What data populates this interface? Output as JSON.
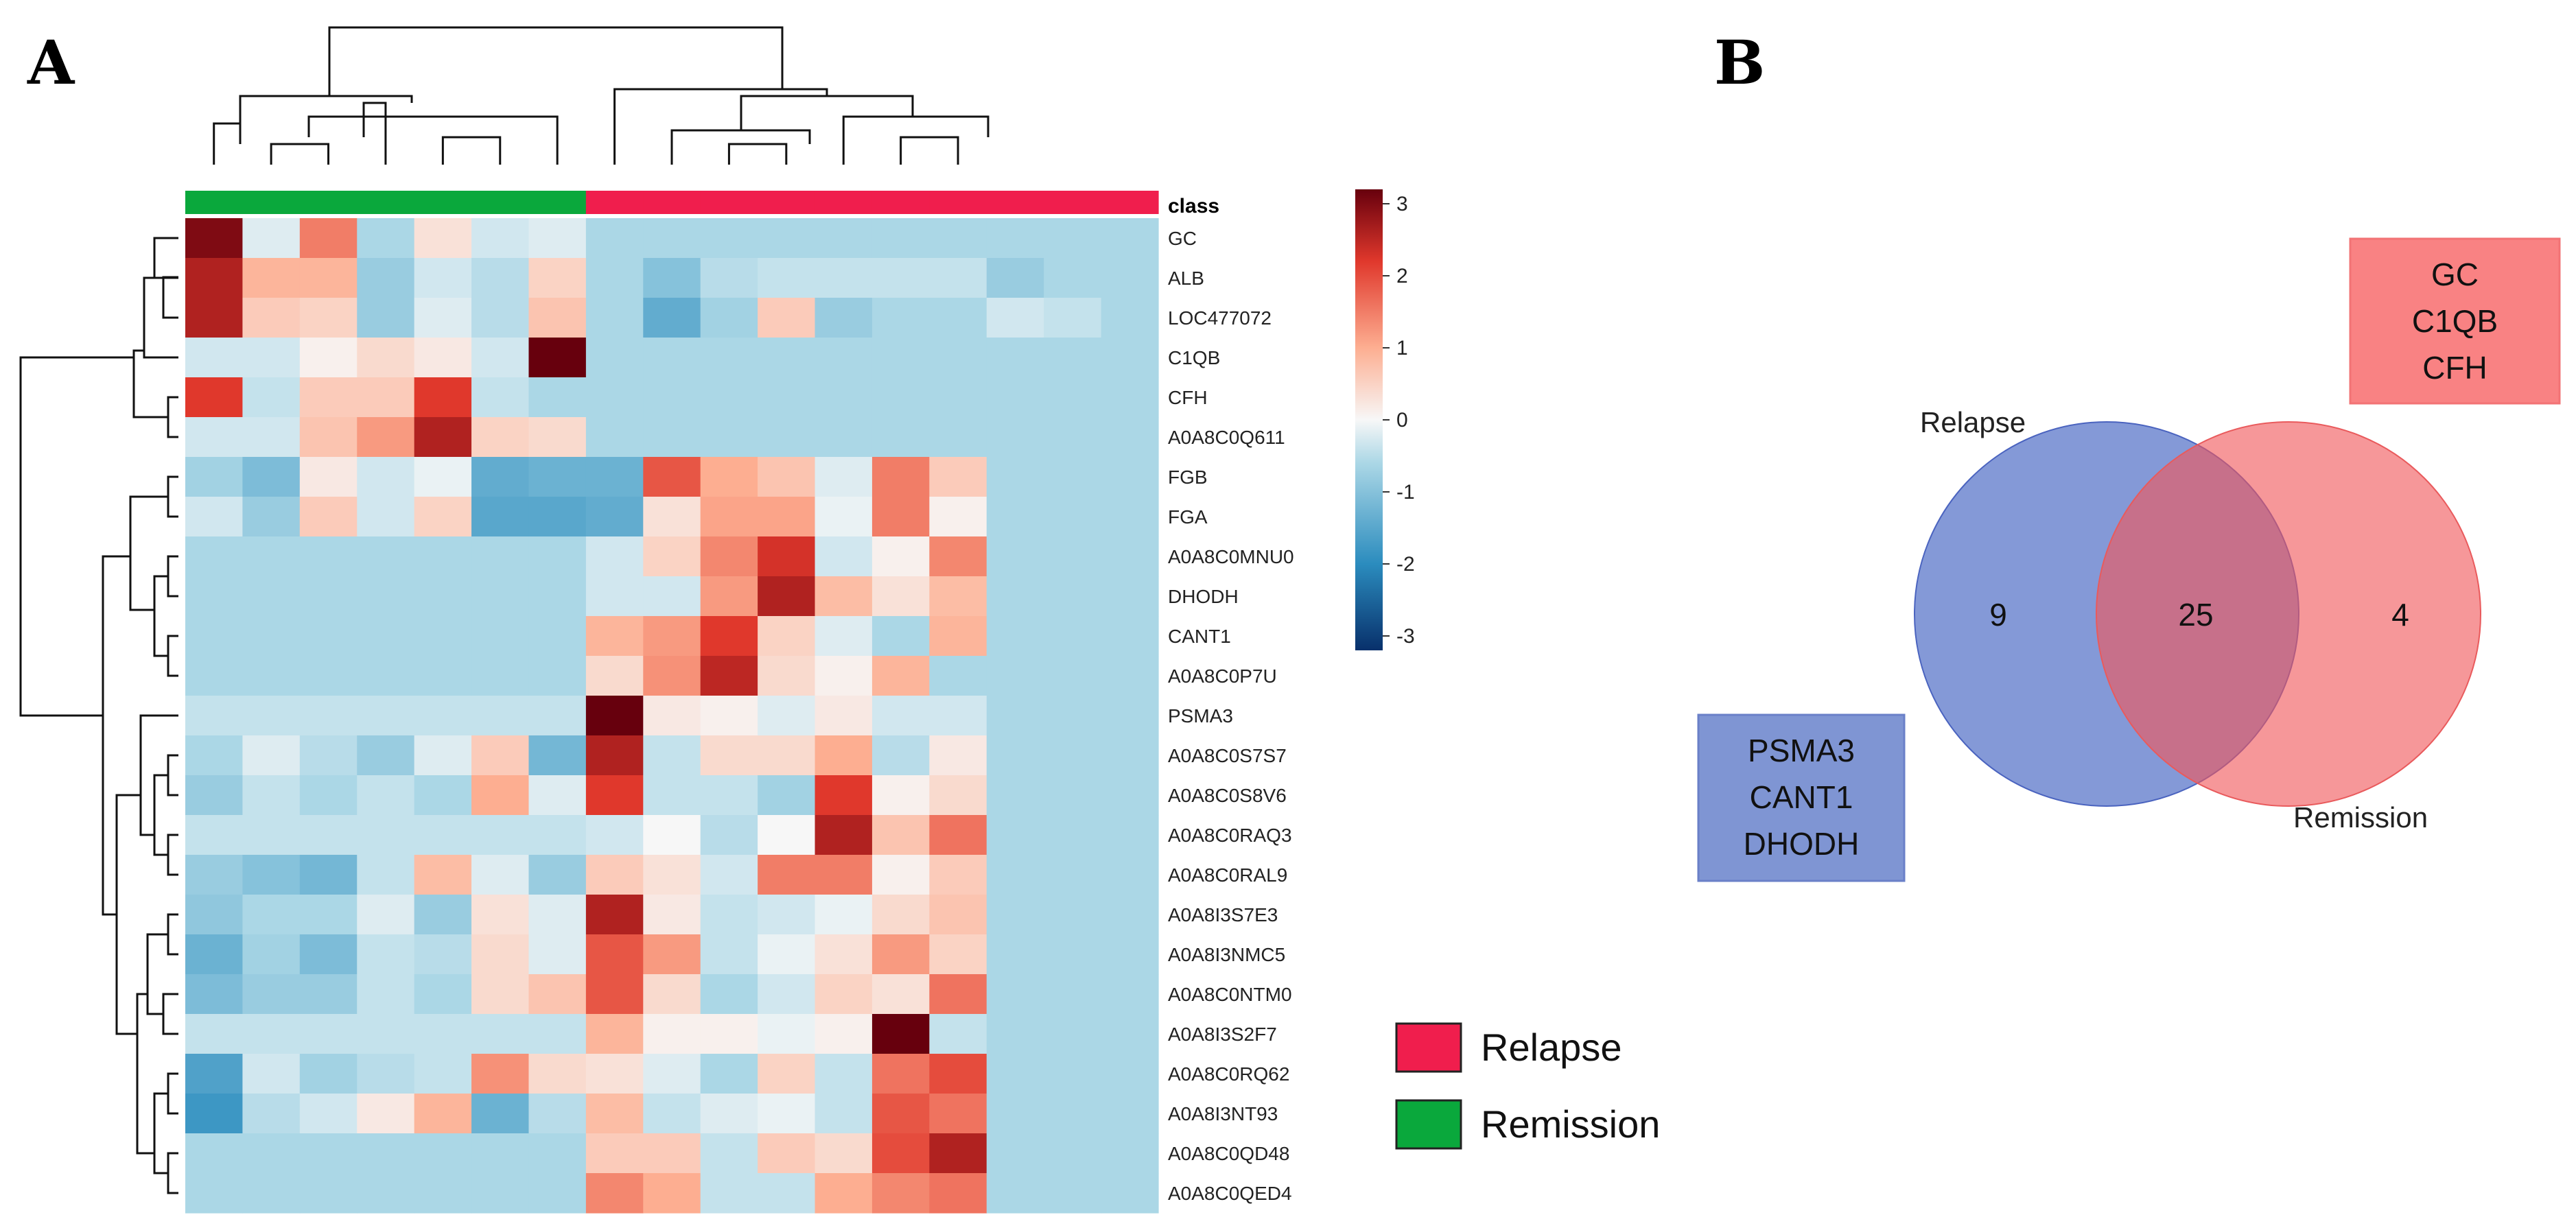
{
  "panel_labels": {
    "a": "A",
    "b": "B"
  },
  "chart_data": [
    {
      "type": "heatmap",
      "title": "",
      "annotation_label": "class",
      "columns": [
        "Remission",
        "Remission",
        "Remission",
        "Remission",
        "Remission",
        "Remission",
        "Remission",
        "Relapse",
        "Relapse",
        "Relapse",
        "Relapse",
        "Relapse",
        "Relapse",
        "Relapse",
        "Relapse",
        "Relapse",
        "Relapse"
      ],
      "class_colors": {
        "Remission": "#0aa83c",
        "Relapse": "#f01e4d"
      },
      "legend": [
        {
          "label": "Relapse",
          "color": "#f01e4d"
        },
        {
          "label": "Remission",
          "color": "#0aa83c"
        }
      ],
      "rows": [
        "GC",
        "ALB",
        "LOC477072",
        "C1QB",
        "CFH",
        "A0A8C0Q611",
        "FGB",
        "FGA",
        "A0A8C0MNU0",
        "DHODH",
        "CANT1",
        "A0A8C0P7U",
        "PSMA3",
        "A0A8C0S7S7",
        "A0A8C0S8V6",
        "A0A8C0RAQ3",
        "A0A8C0RAL9",
        "A0A8I3S7E3",
        "A0A8I3NMC5",
        "A0A8C0NTM0",
        "A0A8I3S2F7",
        "A0A8C0RQ62",
        "A0A8I3NT93",
        "A0A8C0QD48",
        "A0A8C0QED4"
      ],
      "values": [
        [
          3.0,
          -0.2,
          1.5,
          -0.6,
          0.3,
          -0.3,
          -0.2,
          -0.6,
          -0.6,
          -0.6,
          -0.6,
          -0.6,
          -0.6,
          -0.6,
          -0.6,
          -0.6,
          -0.6
        ],
        [
          2.6,
          0.9,
          0.9,
          -0.8,
          -0.3,
          -0.5,
          0.5,
          -0.6,
          -1.0,
          -0.5,
          -0.4,
          -0.4,
          -0.4,
          -0.4,
          -0.8,
          -0.6,
          -0.6
        ],
        [
          2.6,
          0.6,
          0.5,
          -0.8,
          -0.2,
          -0.5,
          0.7,
          -0.6,
          -1.4,
          -0.7,
          0.6,
          -0.8,
          -0.6,
          -0.6,
          -0.3,
          -0.4,
          -0.6
        ],
        [
          -0.3,
          -0.3,
          0.1,
          0.4,
          0.2,
          -0.3,
          3.3,
          -0.6,
          -0.6,
          -0.6,
          -0.6,
          -0.6,
          -0.6,
          -0.6,
          -0.6,
          -0.6,
          -0.6
        ],
        [
          2.2,
          -0.4,
          0.6,
          0.6,
          2.2,
          -0.4,
          -0.6,
          -0.6,
          -0.6,
          -0.6,
          -0.6,
          -0.6,
          -0.6,
          -0.6,
          -0.6,
          -0.6,
          -0.6
        ],
        [
          -0.3,
          -0.3,
          0.7,
          1.2,
          2.6,
          0.5,
          0.4,
          -0.6,
          -0.6,
          -0.6,
          -0.6,
          -0.6,
          -0.6,
          -0.6,
          -0.6,
          -0.6,
          -0.6
        ],
        [
          -0.7,
          -1.1,
          0.2,
          -0.3,
          -0.1,
          -1.4,
          -1.3,
          -1.3,
          1.9,
          1.0,
          0.7,
          -0.2,
          1.5,
          0.6,
          -0.6,
          -0.6,
          -0.6
        ],
        [
          -0.3,
          -0.8,
          0.6,
          -0.3,
          0.5,
          -1.5,
          -1.5,
          -1.4,
          0.3,
          1.1,
          1.1,
          -0.1,
          1.5,
          0.1,
          -0.6,
          -0.6,
          -0.6
        ],
        [
          -0.6,
          -0.6,
          -0.6,
          -0.6,
          -0.6,
          -0.6,
          -0.6,
          -0.3,
          0.5,
          1.4,
          2.3,
          -0.3,
          0.1,
          1.4,
          -0.6,
          -0.6,
          -0.6
        ],
        [
          -0.6,
          -0.6,
          -0.6,
          -0.6,
          -0.6,
          -0.6,
          -0.6,
          -0.3,
          -0.3,
          1.2,
          2.6,
          0.8,
          0.3,
          0.8,
          -0.6,
          -0.6,
          -0.6
        ],
        [
          -0.6,
          -0.6,
          -0.6,
          -0.6,
          -0.6,
          -0.6,
          -0.6,
          0.9,
          1.2,
          2.2,
          0.5,
          -0.2,
          -0.6,
          0.9,
          -0.6,
          -0.6,
          -0.6
        ],
        [
          -0.6,
          -0.6,
          -0.6,
          -0.6,
          -0.6,
          -0.6,
          -0.6,
          0.4,
          1.3,
          2.5,
          0.4,
          0.1,
          0.9,
          -0.6,
          -0.6,
          -0.6,
          -0.6
        ],
        [
          -0.4,
          -0.4,
          -0.4,
          -0.4,
          -0.4,
          -0.4,
          -0.4,
          3.3,
          0.2,
          0.1,
          -0.2,
          0.2,
          -0.3,
          -0.3,
          -0.6,
          -0.6,
          -0.6
        ],
        [
          -0.6,
          -0.2,
          -0.5,
          -0.8,
          -0.2,
          0.6,
          -1.2,
          2.6,
          -0.4,
          0.4,
          0.4,
          1.0,
          -0.5,
          0.2,
          -0.6,
          -0.6,
          -0.6
        ],
        [
          -0.8,
          -0.4,
          -0.6,
          -0.4,
          -0.6,
          1.0,
          -0.2,
          2.2,
          -0.4,
          -0.4,
          -0.7,
          2.2,
          0.1,
          0.4,
          -0.6,
          -0.6,
          -0.6
        ],
        [
          -0.4,
          -0.4,
          -0.4,
          -0.4,
          -0.4,
          -0.4,
          -0.4,
          -0.3,
          0.0,
          -0.5,
          0.0,
          2.6,
          0.7,
          1.6,
          -0.6,
          -0.6,
          -0.6
        ],
        [
          -0.8,
          -1.0,
          -1.2,
          -0.4,
          0.8,
          -0.2,
          -0.8,
          0.6,
          0.3,
          -0.3,
          1.5,
          1.5,
          0.1,
          0.6,
          -0.6,
          -0.6,
          -0.6
        ],
        [
          -0.9,
          -0.6,
          -0.6,
          -0.2,
          -0.8,
          0.3,
          -0.2,
          2.6,
          0.2,
          -0.4,
          -0.3,
          -0.1,
          0.4,
          0.7,
          -0.6,
          -0.6,
          -0.6
        ],
        [
          -1.3,
          -0.7,
          -1.1,
          -0.4,
          -0.5,
          0.4,
          -0.2,
          1.9,
          1.2,
          -0.4,
          -0.1,
          0.3,
          1.2,
          0.5,
          -0.6,
          -0.6,
          -0.6
        ],
        [
          -1.1,
          -0.8,
          -0.8,
          -0.4,
          -0.6,
          0.4,
          0.7,
          1.9,
          0.4,
          -0.6,
          -0.3,
          0.5,
          0.3,
          1.6,
          -0.6,
          -0.6,
          -0.6
        ],
        [
          -0.4,
          -0.4,
          -0.4,
          -0.4,
          -0.4,
          -0.4,
          -0.4,
          0.9,
          0.1,
          0.1,
          -0.1,
          0.1,
          3.3,
          -0.4,
          -0.6,
          -0.6,
          -0.6
        ],
        [
          -1.6,
          -0.3,
          -0.7,
          -0.5,
          -0.4,
          1.3,
          0.4,
          0.3,
          -0.2,
          -0.6,
          0.5,
          -0.4,
          1.6,
          2.0,
          -0.6,
          -0.6,
          -0.6
        ],
        [
          -1.8,
          -0.5,
          -0.3,
          0.2,
          0.9,
          -1.3,
          -0.5,
          0.8,
          -0.4,
          -0.2,
          -0.1,
          -0.4,
          1.9,
          1.6,
          -0.6,
          -0.6,
          -0.6
        ],
        [
          -0.6,
          -0.6,
          -0.6,
          -0.6,
          -0.6,
          -0.6,
          -0.6,
          0.6,
          0.6,
          -0.4,
          0.6,
          0.4,
          2.0,
          2.6,
          -0.6,
          -0.6,
          -0.6
        ],
        [
          -0.6,
          -0.6,
          -0.6,
          -0.6,
          -0.6,
          -0.6,
          -0.6,
          1.4,
          1.0,
          -0.4,
          -0.4,
          1.0,
          1.4,
          1.6,
          -0.6,
          -0.6,
          -0.6
        ]
      ],
      "color_scale": {
        "min": -3.2,
        "max": 3.2,
        "ticks": [
          3,
          2,
          1,
          0,
          -1,
          -2,
          -3
        ],
        "tick_labels": [
          "3",
          "2",
          "1",
          "0",
          "-1",
          "-2",
          "-3"
        ],
        "stops": [
          {
            "value": -3.2,
            "color": "#08306b"
          },
          {
            "value": -2.0,
            "color": "#2b8cbe"
          },
          {
            "value": -0.6,
            "color": "#abd7e6"
          },
          {
            "value": 0.0,
            "color": "#f7f7f7"
          },
          {
            "value": 1.0,
            "color": "#fdae91"
          },
          {
            "value": 2.2,
            "color": "#e0382c"
          },
          {
            "value": 3.2,
            "color": "#67000d"
          }
        ]
      }
    },
    {
      "type": "venn",
      "title": "",
      "sets": [
        {
          "name": "Relapse",
          "color": "#5572c8"
        },
        {
          "name": "Remission",
          "color": "#f0575a"
        }
      ],
      "regions": {
        "Relapse_only": 9,
        "both": 25,
        "Remission_only": 4
      },
      "boxes": [
        {
          "items": [
            "GC",
            "C1QB",
            "CFH"
          ],
          "color": "#f98283"
        },
        {
          "items": [
            "PSMA3",
            "CANT1",
            "DHODH"
          ],
          "color": "#7f95d3"
        }
      ]
    }
  ]
}
